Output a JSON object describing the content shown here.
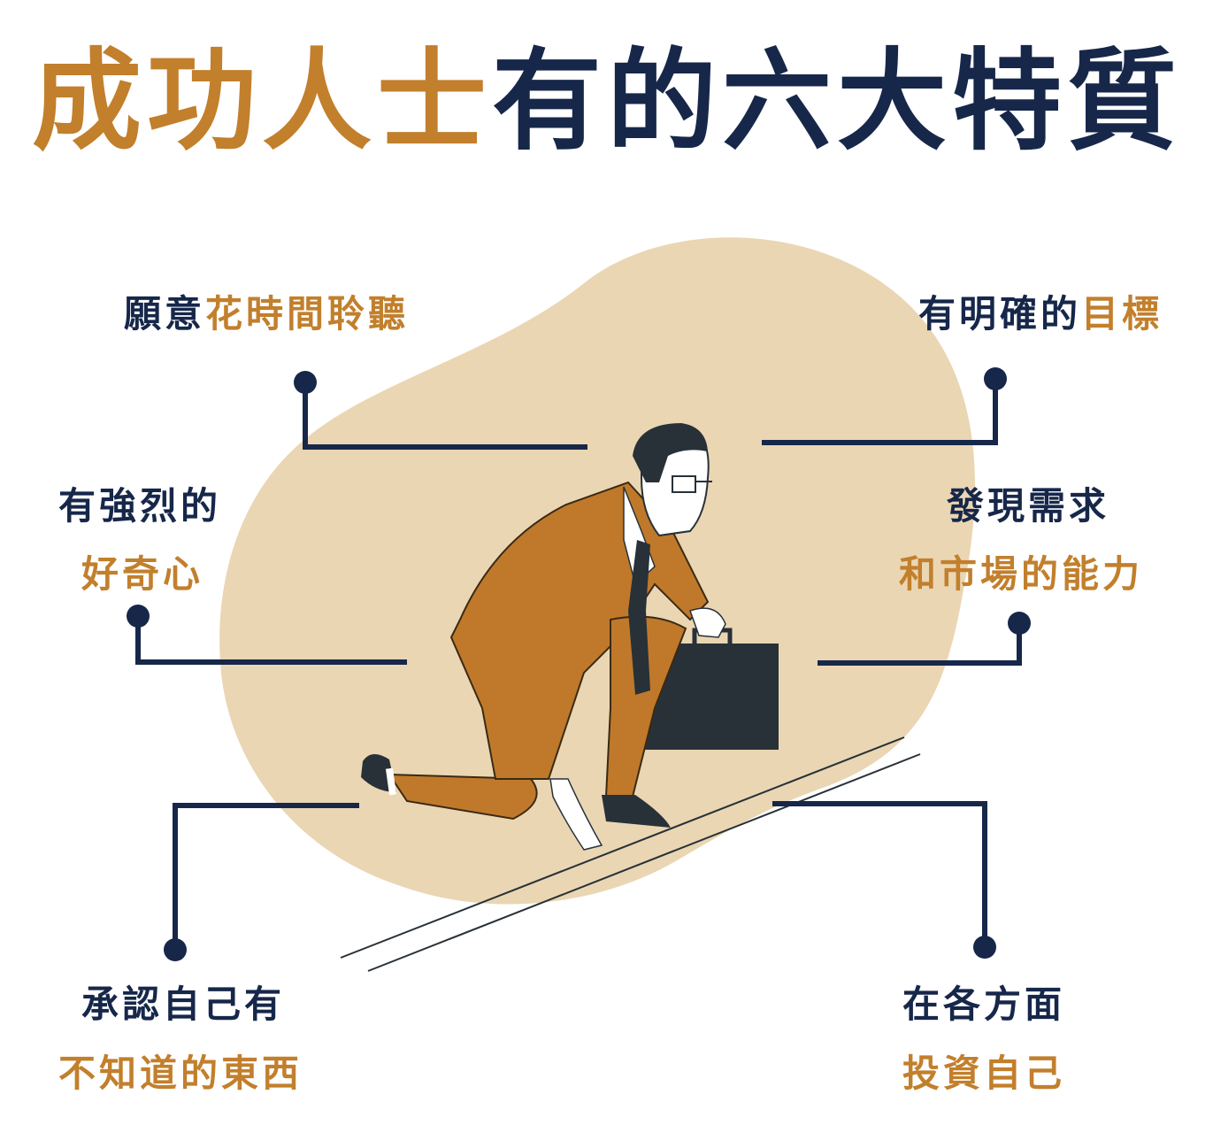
{
  "title": {
    "accent_part": "成功人士",
    "dark_part": "有的六大特質"
  },
  "colors": {
    "accent": "#c27f2c",
    "dark": "#16274a",
    "blob": "#ead6b3",
    "suit": "#c0792a",
    "briefcase": "#283138"
  },
  "traits": [
    {
      "id": "listen",
      "dark": "願意",
      "accent": "花時間聆聽"
    },
    {
      "id": "goal",
      "dark": "有明確的",
      "accent": "目標"
    },
    {
      "id": "curiosity",
      "dark": "有強烈的",
      "accent": "好奇心"
    },
    {
      "id": "market",
      "dark": "發現需求",
      "accent": "和市場的能力"
    },
    {
      "id": "humble",
      "dark": "承認自己有",
      "accent": "不知道的東西"
    },
    {
      "id": "invest",
      "dark": "在各方面",
      "accent": "投資自己"
    }
  ],
  "illustration": {
    "subject": "businessman-in-sprint-start-position-with-briefcase"
  }
}
